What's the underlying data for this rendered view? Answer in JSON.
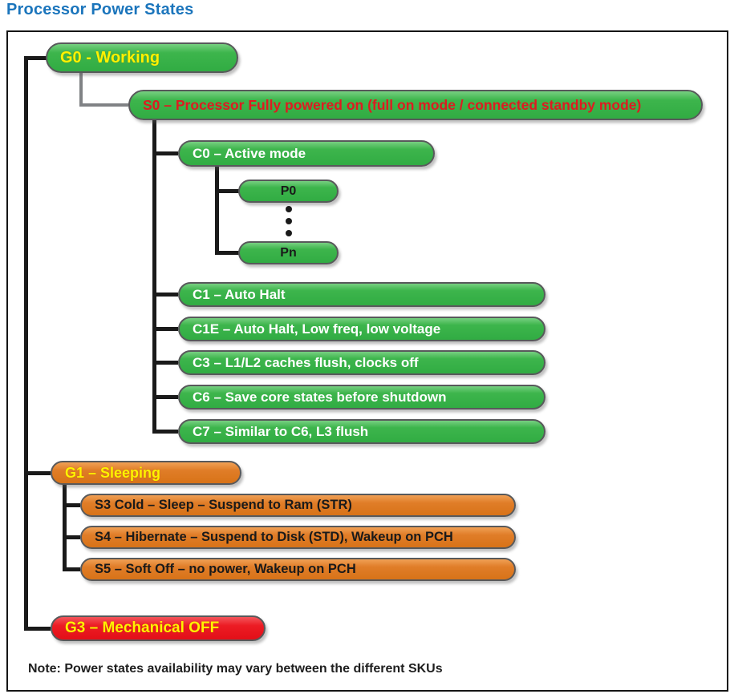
{
  "page": {
    "title": "Processor Power States",
    "note": "Note: Power states availability may vary between the different SKUs"
  },
  "colors": {
    "title_blue": "#1B75BC",
    "node_green": "#3DB54C",
    "node_orange": "#E07D28",
    "node_red": "#EC1C24",
    "text_yellow": "#FFF200",
    "text_red": "#DE1B21",
    "connector_black": "#1a1a1a",
    "connector_gray": "#808285"
  },
  "nodes": {
    "g0": {
      "label": "G0 - Working"
    },
    "s0": {
      "label": "S0 – Processor Fully powered on (full on mode / connected standby mode)"
    },
    "c0": {
      "label": "C0 – Active mode"
    },
    "p0": {
      "label": "P0"
    },
    "pn": {
      "label": "Pn"
    },
    "c1": {
      "label": "C1 – Auto Halt"
    },
    "c1e": {
      "label": "C1E – Auto Halt, Low freq, low voltage"
    },
    "c3": {
      "label": "C3 – L1/L2 caches flush, clocks off"
    },
    "c6": {
      "label": "C6 – Save core states before shutdown"
    },
    "c7": {
      "label": "C7 – Similar to C6, L3 flush"
    },
    "g1": {
      "label": "G1 – Sleeping"
    },
    "s3": {
      "label": "S3 Cold – Sleep – Suspend to Ram (STR)"
    },
    "s4": {
      "label": "S4 – Hibernate – Suspend to Disk (STD), Wakeup on PCH"
    },
    "s5": {
      "label": "S5 – Soft Off – no power, Wakeup on PCH"
    },
    "g3": {
      "label": "G3 – Mechanical OFF"
    }
  }
}
